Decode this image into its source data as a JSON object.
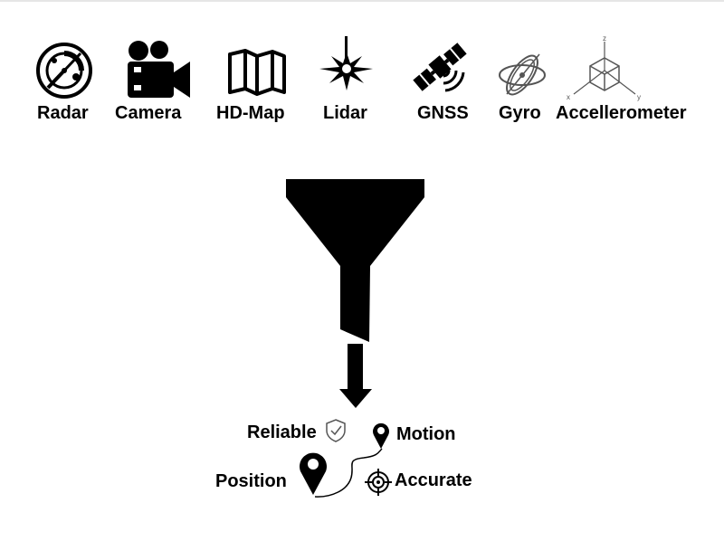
{
  "sensors": [
    {
      "label": "Radar",
      "icon": "radar-icon"
    },
    {
      "label": "Camera",
      "icon": "video-camera-icon"
    },
    {
      "label": "HD-Map",
      "icon": "folded-map-icon"
    },
    {
      "label": "Lidar",
      "icon": "laser-burst-icon"
    },
    {
      "label": "GNSS",
      "icon": "satellite-icon"
    },
    {
      "label": "Gyro",
      "icon": "gyroscope-icon"
    },
    {
      "label": "Accellerometer",
      "icon": "xyz-axes-cube-icon"
    }
  ],
  "fusion": {
    "icon": "funnel-icon",
    "arrow_icon": "down-arrow-icon"
  },
  "outputs": {
    "reliable": "Reliable",
    "motion": "Motion",
    "position": "Position",
    "accurate": "Accurate"
  },
  "axes": {
    "x": "x",
    "y": "y",
    "z": "z"
  }
}
